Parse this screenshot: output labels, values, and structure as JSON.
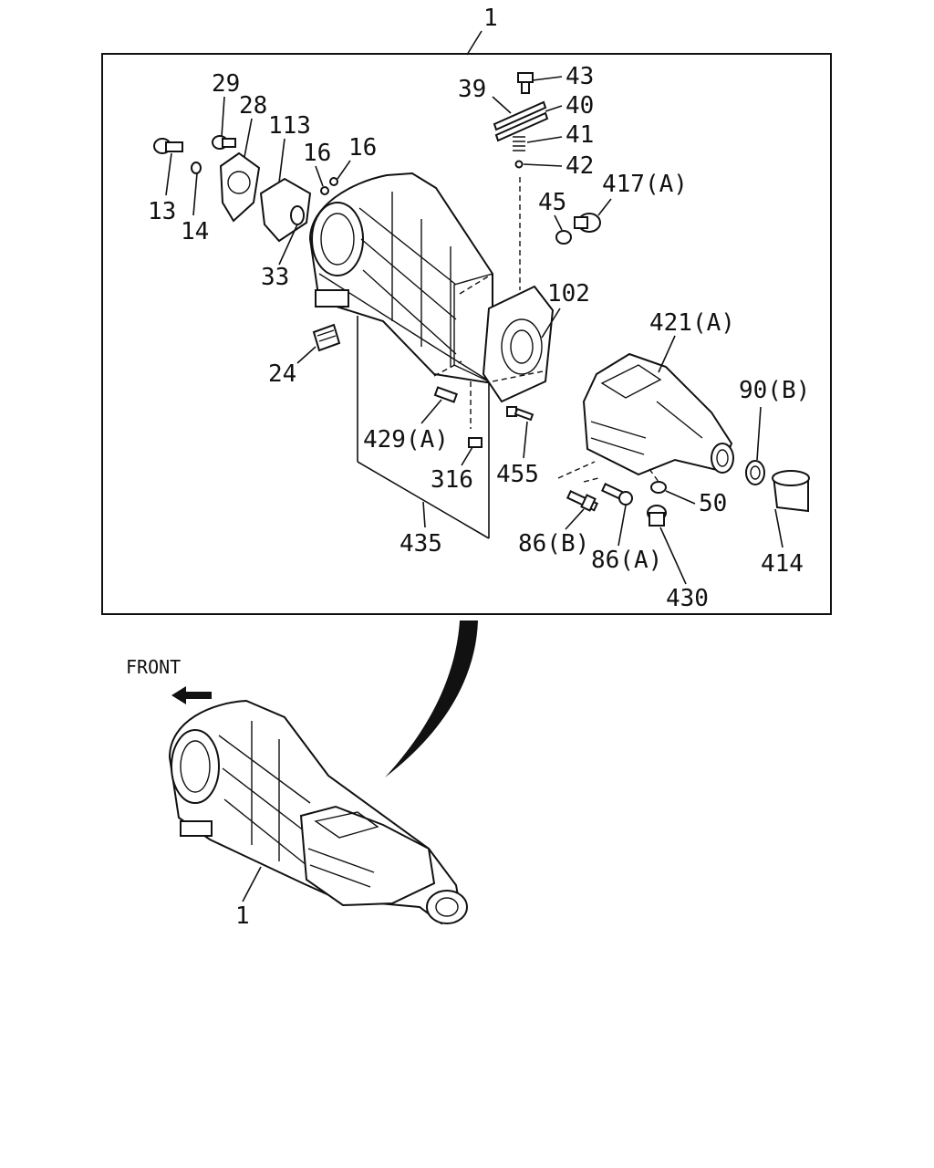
{
  "diagram": {
    "assembly_label": "1",
    "front_label": "FRONT",
    "callouts": {
      "c43": "43",
      "c39": "39",
      "c40": "40",
      "c41": "41",
      "c42": "42",
      "c29": "29",
      "c28": "28",
      "c113": "113",
      "c16a": "16",
      "c16b": "16",
      "c13": "13",
      "c14": "14",
      "c33": "33",
      "c45": "45",
      "c417": "417(A)",
      "c102": "102",
      "c421": "421(A)",
      "c24": "24",
      "c429": "429(A)",
      "c90": "90(B)",
      "c316": "316",
      "c455": "455",
      "c50": "50",
      "c435": "435",
      "c86b": "86(B)",
      "c86a": "86(A)",
      "c414": "414",
      "c430": "430",
      "c1b": "1"
    }
  }
}
